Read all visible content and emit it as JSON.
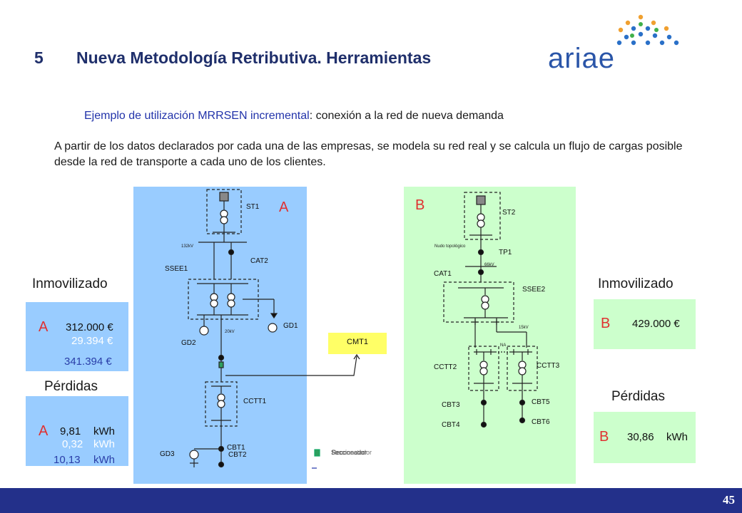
{
  "header": {
    "section_number": "5",
    "title": "Nueva Metodología Retributiva. Herramientas",
    "logo_text": "ariae"
  },
  "subtitle": {
    "highlight": "Ejemplo de utilización MRRSEN incremental",
    "rest": ": conexión a la red de nueva demanda"
  },
  "paragraph": "A partir de los datos declarados por cada una de las empresas, se modela su red real y se calcula un flujo de cargas posible desde la red de transporte a cada uno de los clientes.",
  "left": {
    "inmovilizado_label": "Inmovilizado",
    "inmovilizado_letter": "A",
    "inmovilizado_value": "312.000 €",
    "inmovilizado_added": "29.394 €",
    "inmovilizado_total": "341.394 €",
    "perdidas_label": "Pérdidas",
    "perdidas_letter": "A",
    "perdidas_value": "9,81",
    "perdidas_added": "0,32",
    "perdidas_total": "10,13",
    "unit": "kWh"
  },
  "right": {
    "inmovilizado_label": "Inmovilizado",
    "inmovilizado_letter": "B",
    "inmovilizado_value": "429.000 €",
    "perdidas_label": "Pérdidas",
    "perdidas_letter": "B",
    "perdidas_value": "30,86",
    "unit": "kWh"
  },
  "diagram_a": {
    "letter": "A",
    "st": "ST1",
    "kv_top": "132kV",
    "cat": "CAT2",
    "ssee": "SSEE1",
    "gd1": "GD1",
    "gd2": "GD2",
    "kv_mid": "20kV",
    "cctt": "CCTT1",
    "gd3": "GD3",
    "cbt1": "CBT1",
    "cbt2": "CBT2",
    "legend": "Seccionador",
    "legend_overlap": "Reconectador"
  },
  "cmt": "CMT1",
  "diagram_b": {
    "letter": "B",
    "st": "ST2",
    "nudo": "Nudo topológico",
    "tp": "TP1",
    "kv_top": "66kV",
    "cat": "CAT1",
    "ssee": "SSEE2",
    "kv_mid": "15kV",
    "na": "NA",
    "cctt2": "CCTT2",
    "cctt3": "CCTT3",
    "cbt3": "CBT3",
    "cbt4": "CBT4",
    "cbt5": "CBT5",
    "cbt6": "CBT6"
  },
  "page_number": "45",
  "colors": {
    "title": "#1f2f6b",
    "panel_a": "#99ccff",
    "panel_b": "#ccffcc",
    "cmt": "#ffff66",
    "footer": "#23308a",
    "letters": "#e03030",
    "logo": "#2a55a8"
  }
}
